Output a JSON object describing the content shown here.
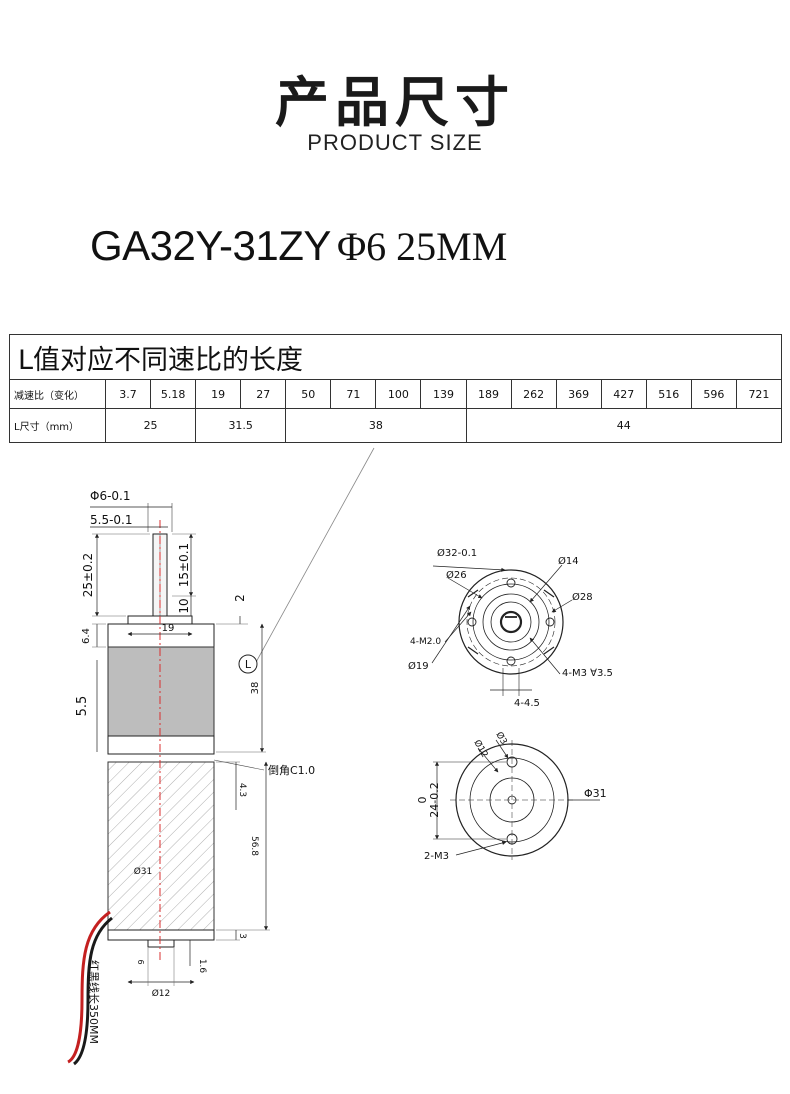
{
  "header": {
    "title_cn": "产品尺寸",
    "title_en": "PRODUCT SIZE"
  },
  "model": {
    "name": "GA32Y-31ZY",
    "spec": "Φ6 25MM"
  },
  "table": {
    "heading": "L值对应不同速比的长度",
    "ratio_label": "减速比（变化）",
    "ratios": [
      "3.7",
      "5.18",
      "19",
      "27",
      "50",
      "71",
      "100",
      "139",
      "189",
      "262",
      "369",
      "427",
      "516",
      "596",
      "721"
    ],
    "length_label": "L尺寸（mm）",
    "lengths": [
      {
        "value": "25",
        "span": 2
      },
      {
        "value": "31.5",
        "span": 2
      },
      {
        "value": "38",
        "span": 4
      },
      {
        "value": "44",
        "span": 7
      }
    ]
  },
  "side_view": {
    "shaft_diameter": "Φ6-0.1",
    "flat_width": "5.5-0.1",
    "shaft_length": "25±0.2",
    "flat_length": "15±0.1",
    "dim_10": "10",
    "dim_2": "2",
    "boss_diameter": "19",
    "dim_6_4": "6.4",
    "dim_5_5": "5.5",
    "l_marker": "L",
    "gearbox_length": "38",
    "chamfer": "倒角C1.0",
    "dim_4_3": "4.3",
    "motor_length": "56.8",
    "motor_diameter": "Ø31",
    "dim_3": "3",
    "dim_6": "6",
    "dim_1_6": "1.6",
    "rear_boss": "Ø12",
    "wire_note": "红黑线长350MM"
  },
  "front_view": {
    "outer": "Ø32-0.1",
    "d26": "Ø26",
    "d14": "Ø14",
    "d28": "Ø28",
    "thread_4m2": "4-M2.0",
    "d19": "Ø19",
    "thread_4m3": "4-M3 ∀3.5",
    "slot": "4-4.5"
  },
  "rear_view": {
    "d12": "Ø12",
    "d3": "Ø3",
    "dim_0": "0",
    "dim_24": "24-0.2",
    "d31": "Φ31",
    "thread_2m3": "2-M3"
  }
}
